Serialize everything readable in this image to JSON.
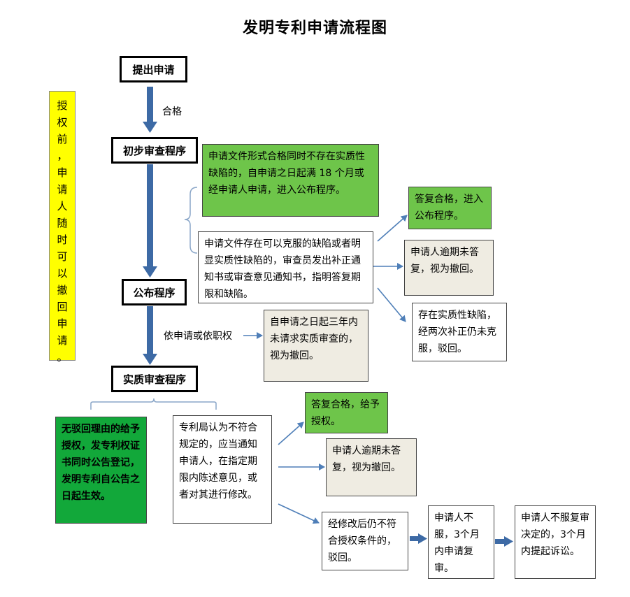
{
  "title": "发明专利申请流程图",
  "side_note": [
    "授",
    "权",
    "前",
    "，",
    "申",
    "请",
    "人",
    "随",
    "时",
    "可",
    "以",
    "撤",
    "回",
    "申",
    "请",
    "。"
  ],
  "stages": {
    "apply": "提出申请",
    "prelim": "初步审查程序",
    "publish": "公布程序",
    "substantive": "实质审查程序"
  },
  "edge_labels": {
    "qualified": "合格",
    "on_request": "依申请或依职权"
  },
  "boxes": {
    "prelim_ok": "申请文件形式合格同时不存在实质性缺陷的，自申请之日起满 18 个月或经申请人申请，进入公布程序。",
    "prelim_defect": "申请文件存在可以克服的缺陷或者明显实质性缺陷的，审查员发出补正通知书或审查意见通知书，指明答复期限和缺陷。",
    "reply_ok_publish": "答复合格，进入公布程序。",
    "overdue_1": "申请人逾期未答复，视为撤回。",
    "reject_twice": "存在实质性缺陷，经两次补正仍未克服，驳回。",
    "no_exam_request": "自申请之日起三年内未请求实质审查的，视为撤回。",
    "grant_direct": "无驳回理由的给予授权，发专利权证书同时公告登记，发明专利自公告之日起生效。",
    "office_notice": "专利局认为不符合规定的，应当通知申请人，在指定期限内陈述意见，或者对其进行修改。",
    "reply_ok_grant": "答复合格，给予授权。",
    "overdue_2": "申请人逾期未答复，视为撤回。",
    "reject_after_amend": "经修改后仍不符合授权条件的，驳回。",
    "re_examination": "申请人不服，3个月内申请复审。",
    "lawsuit": "申请人不服复审决定的，3个月内提起诉讼。"
  }
}
